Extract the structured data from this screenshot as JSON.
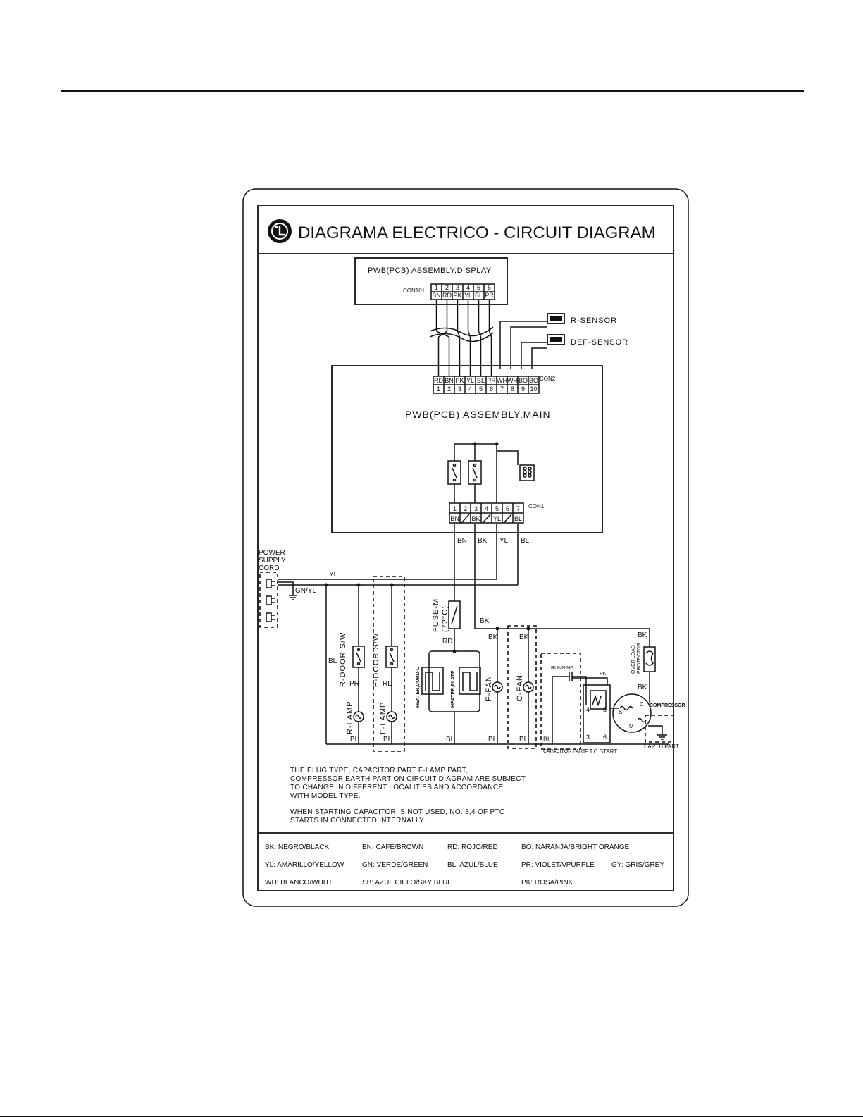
{
  "title": "DIAGRAMA ELECTRICO - CIRCUIT  DIAGRAM",
  "logo": {
    "text": "LG",
    "icon": "lg-logo-icon"
  },
  "display_pcb": {
    "label": "PWB(PCB)  ASSEMBLY,DISPLAY",
    "connector": "CON101",
    "pins": [
      "1",
      "2",
      "3",
      "4",
      "5",
      "6"
    ],
    "wires": [
      "BN",
      "RD",
      "PK",
      "YL",
      "BL",
      "PR"
    ]
  },
  "sensors": {
    "r_sensor": "R-SENSOR",
    "def_sensor": "DEF-SENSOR"
  },
  "main_pcb": {
    "label": "PWB(PCB)  ASSEMBLY,MAIN",
    "con2": {
      "name": "CON2",
      "wires": [
        "RD",
        "BN",
        "PK",
        "YL",
        "BL",
        "PR",
        "WH",
        "WH",
        "BO",
        "BO"
      ],
      "pins": [
        "1",
        "2",
        "3",
        "4",
        "5",
        "6",
        "7",
        "8",
        "9",
        "10"
      ]
    },
    "con1": {
      "name": "CON1",
      "pins": [
        "1",
        "2",
        "3",
        "4",
        "5",
        "6",
        "7"
      ],
      "wires": [
        "BN",
        "",
        "BK",
        "",
        "YL",
        "",
        "BL"
      ]
    },
    "output_labels": [
      "BN",
      "BK",
      "YL",
      "BL"
    ]
  },
  "power": {
    "label_1": "POWER",
    "label_2": "SUPPLY",
    "label_3": "CORD",
    "yl": "YL",
    "ground": "GN/YL"
  },
  "components": {
    "r_door": "R-DOOR S/W",
    "f_door": "F-DOOR S/W",
    "r_lamp": "R-LAMP",
    "f_lamp": "F-LAMP",
    "fuse_1": "FUSE-M",
    "fuse_2": "(72°C)",
    "heater_cord": "HEATER,CORD-L",
    "heater_plate": "HEATER,PLATE",
    "f_fan": "F-FAN",
    "c_fan": "C-FAN",
    "running": "RUNNING",
    "capacitor_part": "CAPACITOR PART",
    "ptc": "P.T.C START",
    "overload_1": "OVER LOAD",
    "overload_2": "PROTECTOR",
    "compressor": "COMPRESSOR",
    "earth_part": "EARTH PART",
    "ptc_pins": [
      "4",
      "5",
      "3",
      "6"
    ],
    "comp_pins": [
      "S",
      "C",
      "M"
    ]
  },
  "wire_labels": {
    "bl": "BL",
    "pr": "PR",
    "rd": "RD",
    "bk": "BK",
    "pk": "PK"
  },
  "notes": [
    "THE PLUG TYPE, CAPACITOR PART F-LAMP PART,",
    "COMPRESSOR EARTH PART ON CIRCUIT DIAGRAM ARE SUBJECT",
    "TO CHANGE IN DIFFERENT LOCALITIES AND ACCORDANCE",
    "WITH MODEL TYPE.",
    "WHEN STARTING CAPACITOR IS NOT USED, NO. 3,4 OF PTC",
    "STARTS IN CONNECTED INTERNALLY."
  ],
  "legend": [
    [
      "BK: NEGRO/BLACK",
      "BN: CAFE/BROWN",
      "RD: ROJO/RED",
      "BO: NARANJA/BRIGHT ORANGE",
      ""
    ],
    [
      "YL: AMARILLO/YELLOW",
      "GN: VERDE/GREEN",
      "BL: AZUL/BLUE",
      "PR: VIOLETA/PURPLE",
      "GY: GRIS/GREY"
    ],
    [
      "WH: BLANCO/WHITE",
      "SB: AZUL CIELO/SKY BLUE",
      "",
      "PK: ROSA/PINK",
      ""
    ]
  ]
}
